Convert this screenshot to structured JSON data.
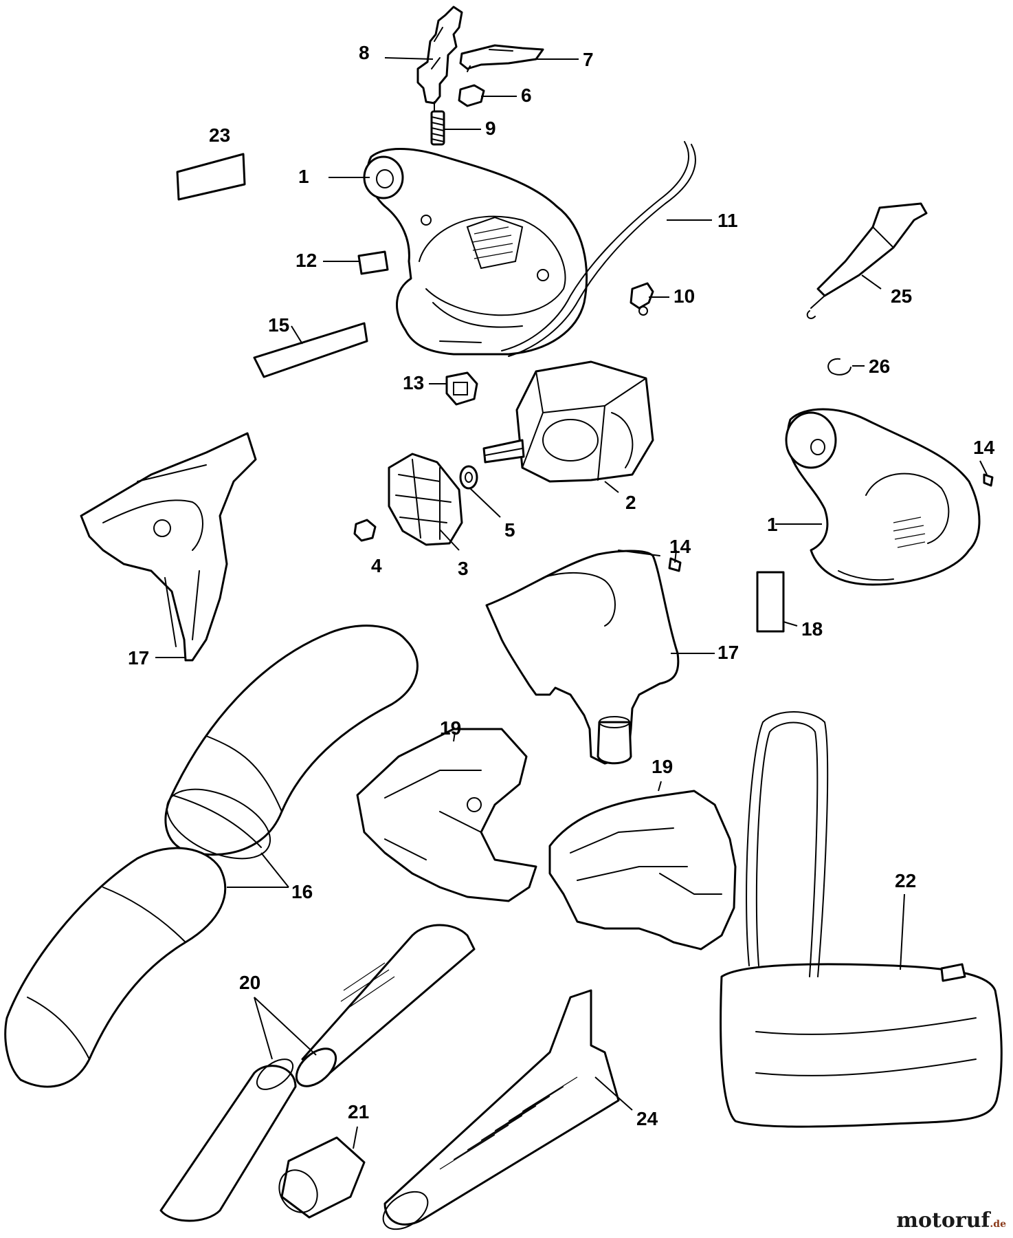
{
  "diagram": {
    "labels": [
      "1",
      "2",
      "3",
      "4",
      "5",
      "6",
      "7",
      "8",
      "9",
      "10",
      "11",
      "12",
      "13",
      "14",
      "15",
      "16",
      "17",
      "18",
      "19",
      "20",
      "21",
      "22",
      "23",
      "24",
      "25",
      "26"
    ]
  },
  "watermark": {
    "text": "motoruf",
    "suffix": ".de"
  }
}
